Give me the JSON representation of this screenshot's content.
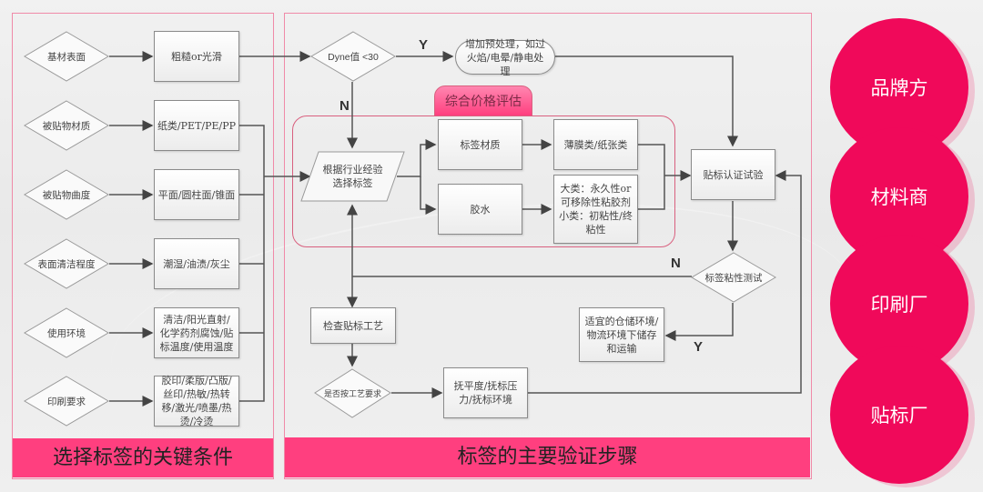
{
  "left_panel": {
    "title": "选择标签的关键条件",
    "conditions": [
      {
        "question": "基材表面",
        "answer": "粗糙or光滑"
      },
      {
        "question": "被贴物材质",
        "answer": "纸类/PET/PE/PP"
      },
      {
        "question": "被贴物曲度",
        "answer": "平面/圆柱面/锥面"
      },
      {
        "question": "表面清洁程度",
        "answer": "潮湿/油渍/灰尘"
      },
      {
        "question": "使用环境",
        "answer": "清洁/阳光直射/化学药剂腐蚀/贴标温度/使用温度"
      },
      {
        "question": "印刷要求",
        "answer": "胶印/柔版/凸版/丝印/热敏/热转移/激光/喷墨/热烫/冷烫"
      }
    ]
  },
  "right_panel": {
    "title": "标签的主要验证步骤",
    "dyne_decision": "Dyne值 <30",
    "pretreatment": "增加预处理，如过火焰/电晕/静电处理",
    "yes_label": "Y",
    "no_label": "N",
    "price_group_title": "综合价格评估",
    "select_label": "根据行业经验选择标签",
    "label_material": "标签材质",
    "material_types": "薄膜类/纸张类",
    "glue": "胶水",
    "glue_types": "大类：永久性or可移除性粘胶剂 小类：初粘性/终粘性",
    "certification_test": "贴标认证试验",
    "adhesion_test": "标签粘性测试",
    "storage": "适宜的仓储环境/物流环境下储存和运输",
    "check_process": "检查贴标工艺",
    "process_decision": "是否按工艺要求",
    "process_params": "抚平度/抚标压力/抚标环境"
  },
  "stakeholders": [
    "品牌方",
    "材料商",
    "印刷厂",
    "贴标厂"
  ],
  "colors": {
    "accent": "#ff3f7f",
    "circle": "#f0095a",
    "panel_border": "#f08aa8"
  }
}
